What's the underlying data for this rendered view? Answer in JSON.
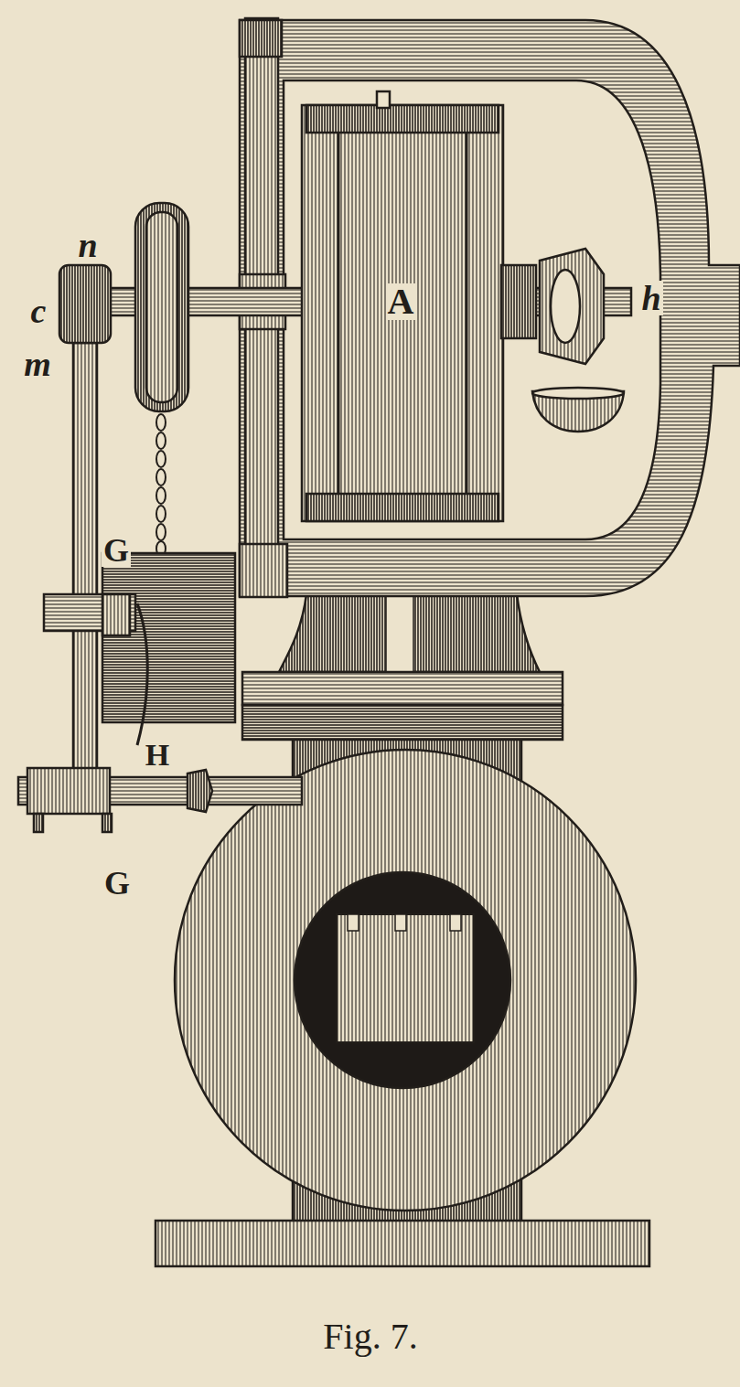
{
  "diagram": {
    "caption": "Fig. 7.",
    "labels": [
      "n",
      "c",
      "m",
      "G",
      "H",
      "G",
      "A",
      "h"
    ]
  }
}
